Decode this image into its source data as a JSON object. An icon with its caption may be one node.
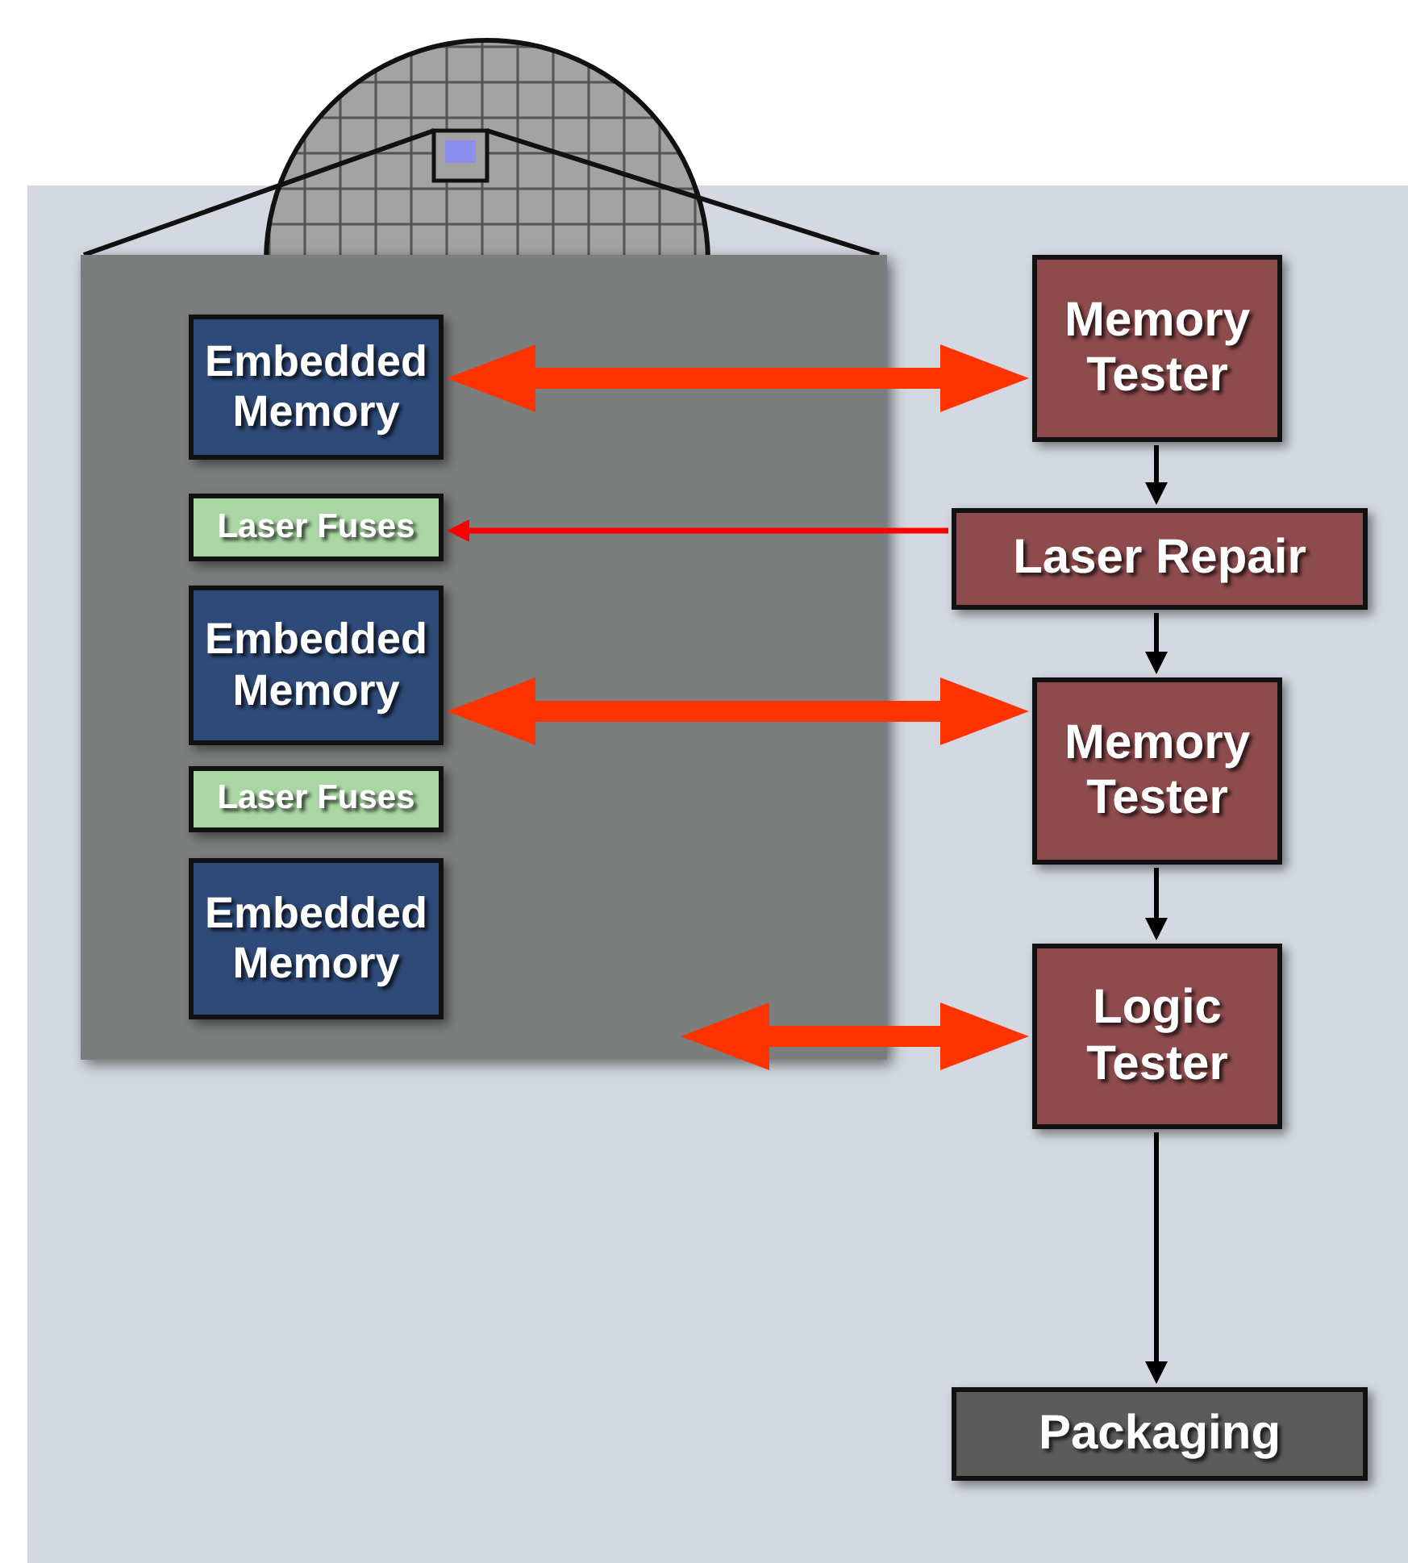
{
  "diagram": {
    "nodes": [
      {
        "text": [],
        "shape": "box"
      },
      {
        "text": [
          "Embedded Memory"
        ],
        "in": 0
      },
      {
        "text": [
          "Laser Fuses"
        ],
        "in": 0
      },
      {
        "text": [
          "Embedded Memory"
        ],
        "in": 0
      },
      {
        "text": [
          "Laser Fuses"
        ],
        "in": 0
      },
      {
        "text": [
          "Embedded Memory"
        ],
        "in": 0
      },
      {
        "text": [
          "Memory Tester"
        ]
      },
      {
        "text": [
          "Laser Repair"
        ]
      },
      {
        "text": [
          "Memory Tester"
        ]
      },
      {
        "text": [
          "Logic Tester"
        ]
      },
      {
        "text": [
          "Packaging"
        ]
      }
    ],
    "edges": [
      {
        "from": 1,
        "to": 6,
        "arrow": "both",
        "style": "thick",
        "color": "#ff3300"
      },
      {
        "from": 7,
        "to": 2,
        "arrow": "to",
        "color": "#ff0000"
      },
      {
        "from": 3,
        "to": 8,
        "arrow": "both",
        "style": "thick",
        "color": "#ff3300"
      },
      {
        "from": 0,
        "to": 9,
        "arrow": "both",
        "style": "thick",
        "color": "#ff3300"
      },
      {
        "from": 6,
        "to": 7,
        "arrow": "to"
      },
      {
        "from": 7,
        "to": 8,
        "arrow": "to"
      },
      {
        "from": 8,
        "to": 9,
        "arrow": "to"
      },
      {
        "from": 9,
        "to": 10,
        "arrow": "to"
      }
    ]
  }
}
